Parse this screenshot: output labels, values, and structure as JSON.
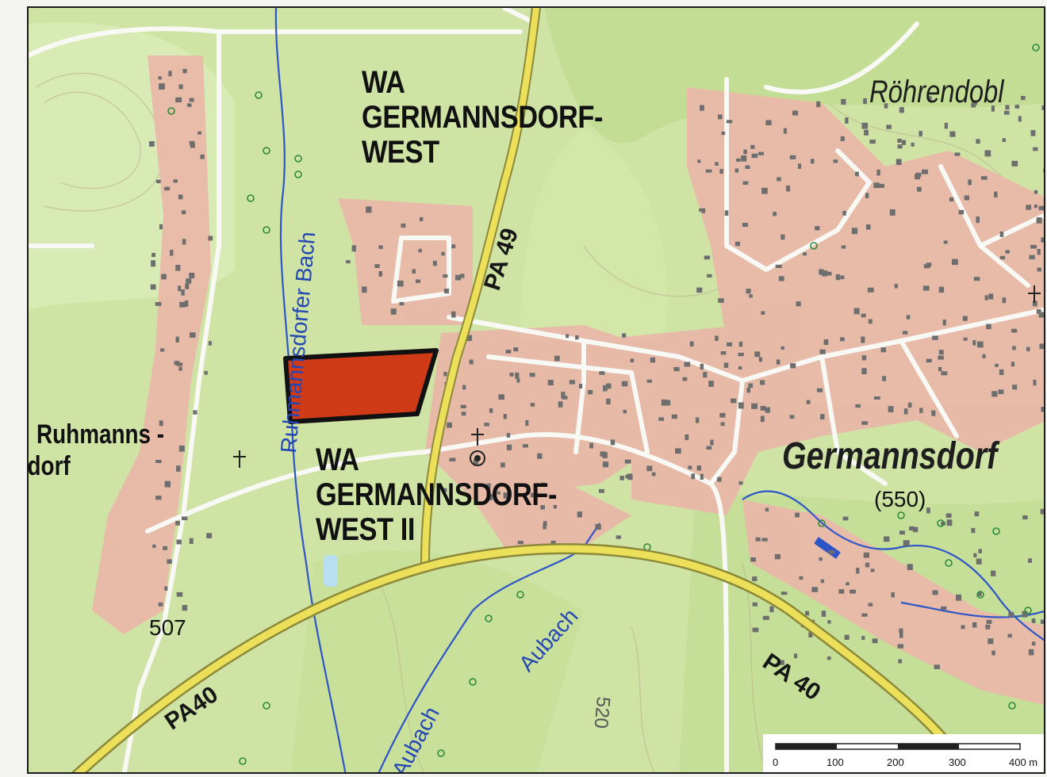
{
  "map": {
    "planning_areas": {
      "north": [
        "WA",
        "GERMANNSDORF-",
        "WEST"
      ],
      "south": [
        "WA",
        "GERMANNSDORF-",
        "WEST II"
      ]
    },
    "places": {
      "ruhmannsdorf_part1": "Ruhmanns -",
      "ruhmannsdorf_part2": "dorf",
      "germannsdorf": "Germannsdorf",
      "germannsdorf_elevation": "(550)",
      "roehrendobl": "Röhrendobl"
    },
    "roads": {
      "pa49": "PA 49",
      "pa40_west": "PA40",
      "pa40_east": "PA 40"
    },
    "streams": {
      "ruhmannsdorfer_bach": "Ruhmannsdorfer Bach",
      "aubach_1": "Aubach",
      "aubach_2": "Aubach"
    },
    "spot_heights": {
      "h507": "507",
      "h520": "520"
    },
    "scale_bar": {
      "labels": [
        "0",
        "100",
        "200",
        "300",
        "400 m"
      ]
    },
    "colors": {
      "meadow": "#cfe3a4",
      "settlement": "#eab7a9",
      "road_yellow": "#ecdf5a",
      "stream_blue": "#2e55c8",
      "planning_area_fill": "#cf3a17",
      "building": "#6e6e6e"
    }
  }
}
